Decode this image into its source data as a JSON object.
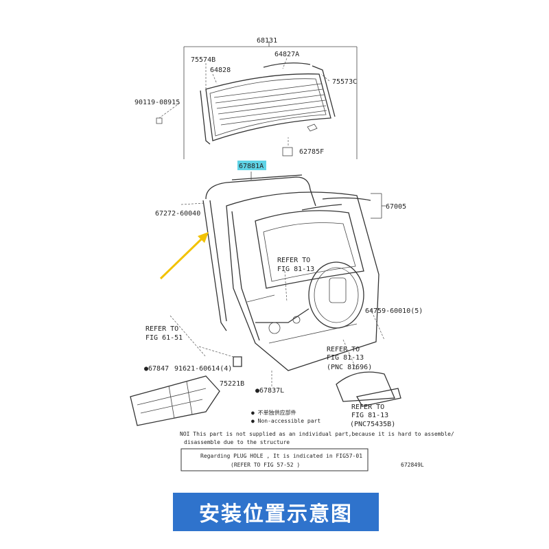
{
  "diagram": {
    "labels": {
      "p68131": "68131",
      "p75574b": "75574B",
      "p64827a": "64827A",
      "p64828": "64828",
      "p75573c": "75573C",
      "p90119": "90119-08915",
      "p62785f": "62785F",
      "p67881a": "67881A",
      "p67272": "67272-60040",
      "p67005": "67005",
      "refer1a": "REFER TO",
      "refer1b": "FIG 81-13",
      "p64759": "64759-60010(5)",
      "refer2a": "REFER TO",
      "refer2b": "FIG 61-51",
      "refer3a": "REFER TO",
      "refer3b": "FIG 81-13",
      "refer3c": "(PNC 81696)",
      "p67847": "●67847",
      "p91621": "91621-60614(4)",
      "p75221b": "75221B",
      "p67837l": "●67837L",
      "refer4a": "REFER TO",
      "refer4b": "FIG 81-13",
      "refer4c": "(PNC75435B)",
      "legend_cn": "● 不单独供应部件",
      "legend_jp": "● Non-accessible part",
      "note1": "NOI This part is not supplied as an individual part,because it is hard to assemble/",
      "note2": "disassemble due to the structure",
      "box1": "Regarding PLUG HOLE , It is indicated in FIG57-01",
      "box2": "(REFER TO FIG 57-52 )",
      "fig_code": "672849L"
    },
    "highlight_color": "#5fd3e6",
    "arrow_color": "#f2c200"
  },
  "banner": {
    "text": "安装位置示意图",
    "color": "#2f73cc"
  }
}
